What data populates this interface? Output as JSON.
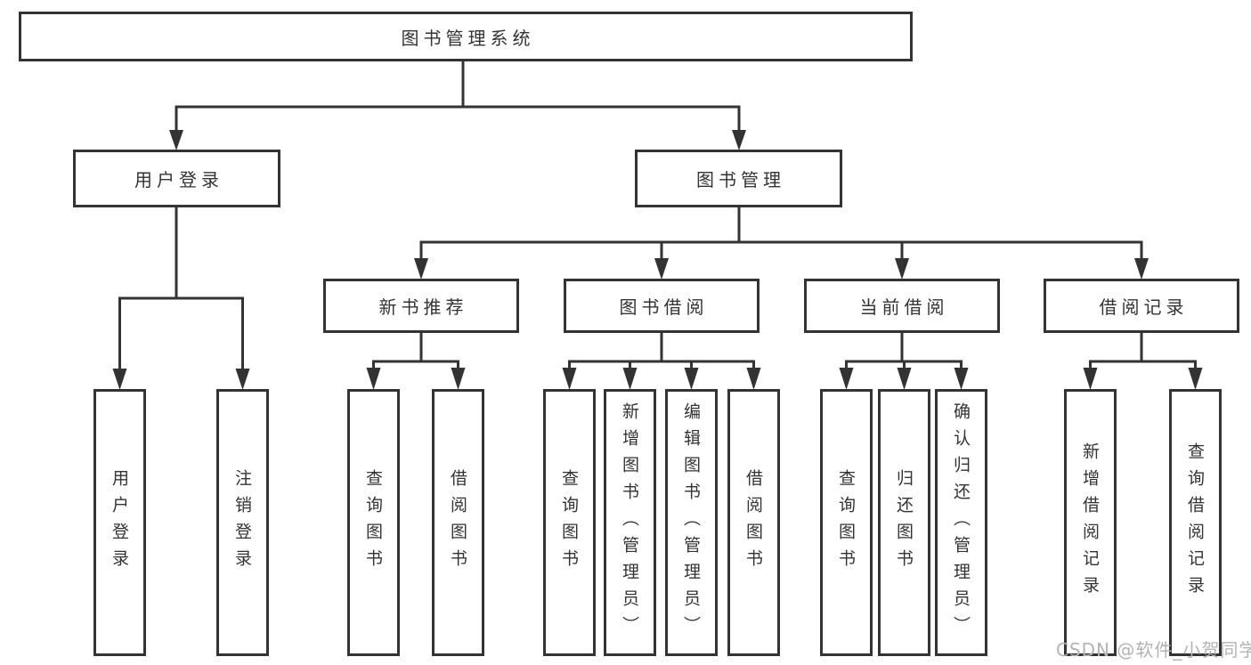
{
  "title": "图书管理系统",
  "watermark": "CSDN @软件_小贺同学",
  "level2": {
    "user_login": "用户登录",
    "book_management": "图书管理"
  },
  "level3": {
    "new_book": "新书推荐",
    "borrow": "图书借阅",
    "current": "当前借阅",
    "records": "借阅记录"
  },
  "leaves": {
    "user_login": [
      "用户登录",
      "注销登录"
    ],
    "new_book": [
      "查询图书",
      "借阅图书"
    ],
    "borrow": [
      "查询图书",
      "新增图书（管理员）",
      "编辑图书（管理员）",
      "借阅图书"
    ],
    "current": [
      "查询图书",
      "归还图书",
      "确认归还（管理员）"
    ],
    "records": [
      "新增借阅记录",
      "查询借阅记录"
    ]
  },
  "colors": {
    "line": "#333333",
    "text": "#333333",
    "watermark": "#b3b3b3",
    "background": "#ffffff"
  }
}
